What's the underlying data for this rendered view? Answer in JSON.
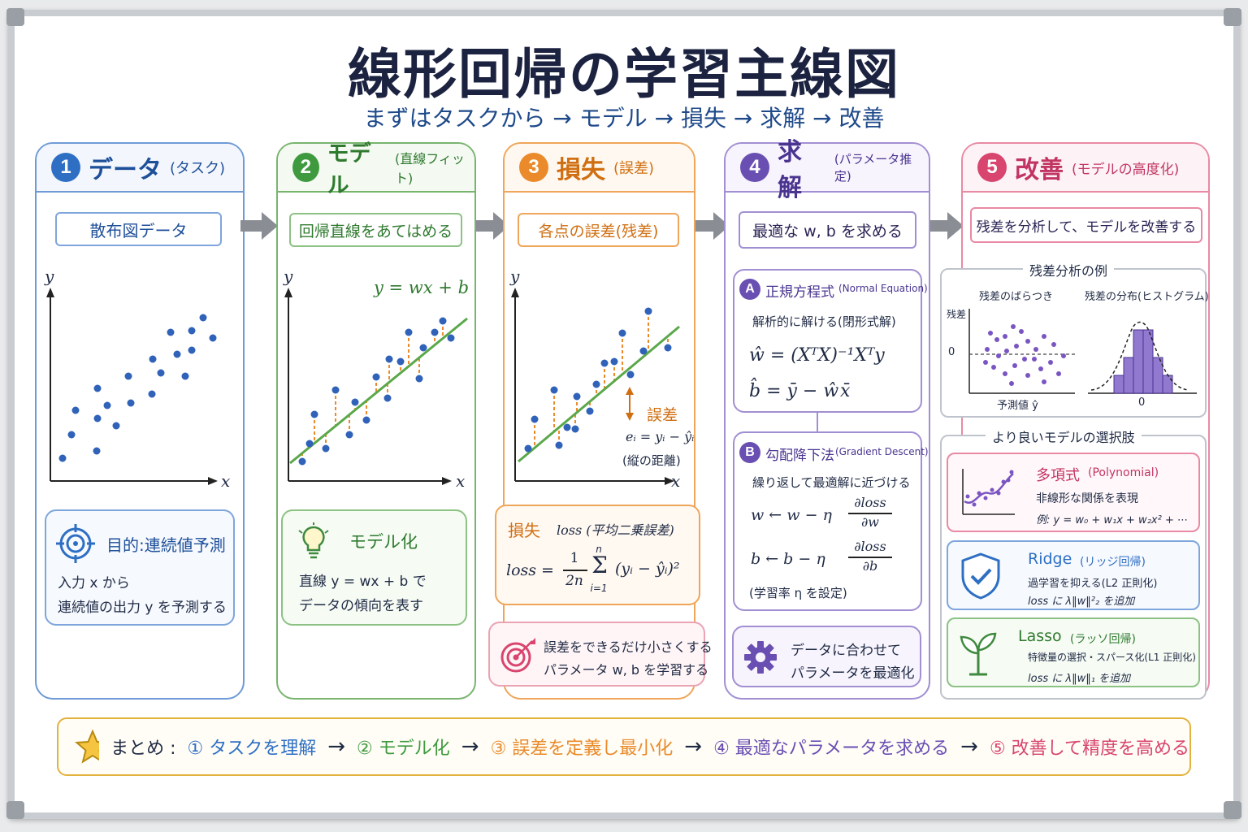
{
  "title": "線形回帰の学習主線図",
  "subtitle": "まずはタスクから → モデル → 損失 → 求解 → 改善",
  "colors": {
    "step1": "#2e6fc4",
    "step2": "#3f9a3f",
    "step3": "#ea8a2a",
    "step4": "#6a4fb3",
    "step5": "#d8456e"
  },
  "col1": {
    "num": "1",
    "title": "データ",
    "sub": "(タスク)",
    "pill": "散布図データ",
    "ylabel": "y",
    "xlabel": "x",
    "goal_title": "目的:連続値予測",
    "goal_l1": "入力 x から",
    "goal_l2": "連続値の出力 y を予測する",
    "icon": "target-icon"
  },
  "col2": {
    "num": "2",
    "title": "モデル",
    "sub": "(直線フィット)",
    "pill": "回帰直線をあてはめる",
    "eq": "y = wx + b",
    "ylabel": "y",
    "xlabel": "x",
    "box_title": "モデル化",
    "box_l1": "直線 y = wx + b で",
    "box_l2": "データの傾向を表す",
    "icon": "lightbulb-icon"
  },
  "col3": {
    "num": "3",
    "title": "損失",
    "sub": "(誤差)",
    "pill": "各点の誤差(残差)",
    "ylabel": "y",
    "xlabel": "x",
    "err_label": "誤差",
    "err_eq": "eᵢ = yᵢ − ŷᵢ",
    "err_note": "(縦の距離)",
    "loss_title": "損失",
    "loss_sub": "loss (平均二乗誤差)",
    "loss_lhs": "loss =",
    "loss_frac_num": "1",
    "loss_frac_den": "2n",
    "loss_sum_top": "n",
    "loss_sum_bot": "i=1",
    "loss_sum": "Σ",
    "loss_term": "(yᵢ − ŷᵢ)²",
    "note_l1": "誤差をできるだけ小さくする",
    "note_l2": "パラメータ w, b を学習する",
    "icon": "dart-target-icon"
  },
  "col4": {
    "num": "4",
    "title": "求解",
    "sub": "(パラメータ推定)",
    "pill": "最適な w, b を求める",
    "a_badge": "A",
    "a_title": "正規方程式",
    "a_en": "(Normal Equation)",
    "a_l1": "解析的に解ける(閉形式解)",
    "a_eq1": "ŵ = (XᵀX)⁻¹Xᵀy",
    "a_eq2": "b̂ = ȳ − ŵx̄",
    "b_badge": "B",
    "b_title": "勾配降下法",
    "b_en": "(Gradient Descent)",
    "b_l1": "繰り返して最適解に近づける",
    "b_eq1": "w ← w − η",
    "b_eq1n": "∂loss",
    "b_eq1d": "∂w",
    "b_eq2": "b ← b − η",
    "b_eq2n": "∂loss",
    "b_eq2d": "∂b",
    "b_note": "(学習率 η を設定)",
    "gear_l1": "データに合わせて",
    "gear_l2": "パラメータを最適化",
    "icon": "gear-icon"
  },
  "col5": {
    "num": "5",
    "title": "改善",
    "sub": "(モデルの高度化)",
    "pill": "残差を分析して、モデルを改善する",
    "res_title": "残差分析の例",
    "res_left": "残差のばらつき",
    "res_right": "残差の分布(ヒストグラム)",
    "res_ylabel": "残差",
    "res_zero": "0",
    "res_xlabel": "予測値 ŷ",
    "hist_zero": "0",
    "better_title": "より良いモデルの選択肢",
    "poly_title": "多項式",
    "poly_en": "(Polynomial)",
    "poly_l1": "非線形な関係を表現",
    "poly_l2": "例: y = w₀ + w₁x + w₂x² + ⋯",
    "ridge_title": "Ridge",
    "ridge_sub": "(リッジ回帰)",
    "ridge_l1": "過学習を抑える(L2 正則化)",
    "ridge_l2": "loss に λ‖w‖²₂ を追加",
    "lasso_title": "Lasso",
    "lasso_sub": "(ラッソ回帰)",
    "lasso_l1": "特徴量の選択・スパース化(L1 正則化)",
    "lasso_l2": "loss に λ‖w‖₁ を追加"
  },
  "summary": {
    "label": "まとめ :",
    "s1": "① タスクを理解",
    "s2": "② モデル化",
    "s3": "③ 誤差を定義し最小化",
    "s4": "④ 最適なパラメータを求める",
    "s5": "⑤ 改善して精度を高める",
    "arrow": "→"
  }
}
